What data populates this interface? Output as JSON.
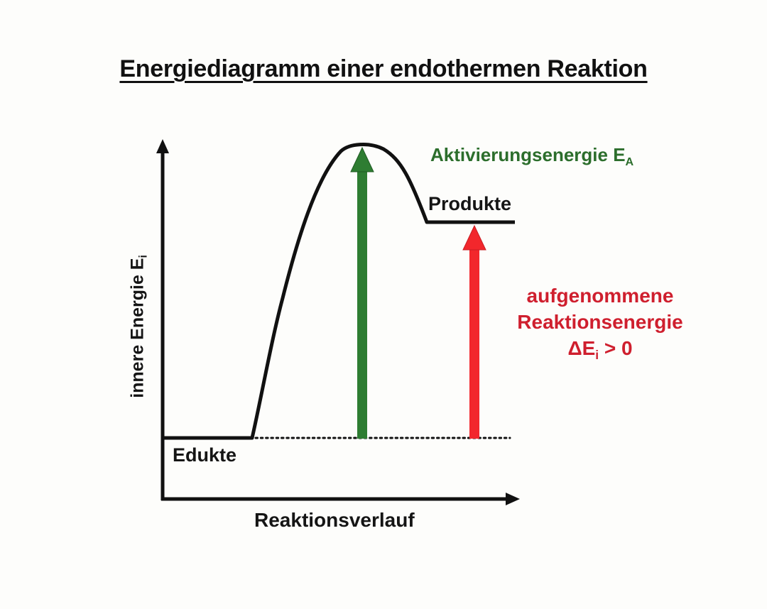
{
  "title": "Energiediagramm einer endothermen Reaktion",
  "axes": {
    "y_label": "innere Energie E",
    "y_label_sub": "i",
    "x_label": "Reaktionsverlauf"
  },
  "levels": {
    "reactants": "Edukte",
    "products": "Produkte"
  },
  "activation_energy": {
    "label": "Aktivierungsenergie E",
    "label_sub": "A",
    "color": "#2e7d32"
  },
  "reaction_energy": {
    "line1": "aufgenommene",
    "line2": "Reaktionsenergie",
    "line3_prefix": "ΔE",
    "line3_sub": "i",
    "line3_suffix": " > 0",
    "color": "#f2272c"
  },
  "colors": {
    "curve": "#111111",
    "green_arrow": "#2e7d32",
    "red_arrow": "#f2272c"
  }
}
